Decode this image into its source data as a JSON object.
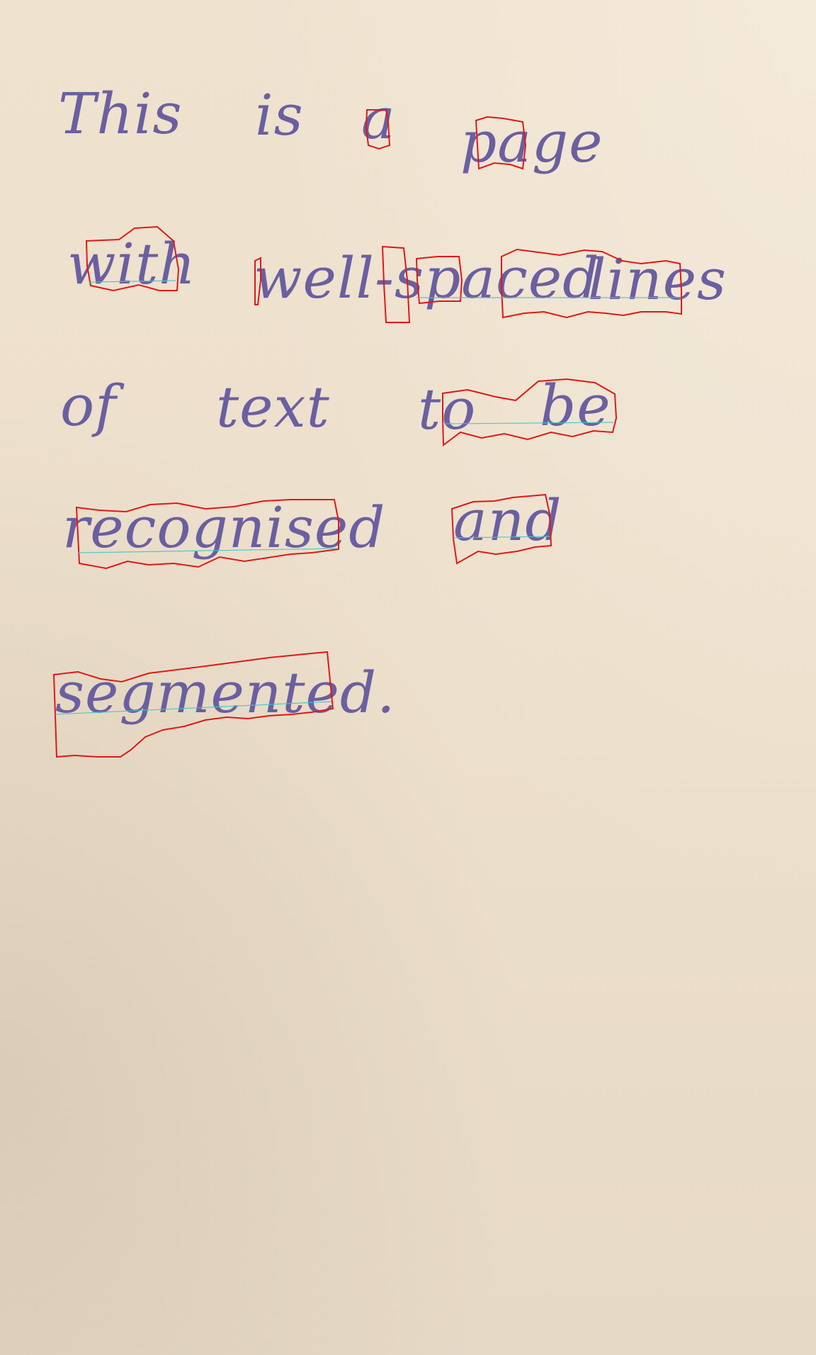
{
  "document": {
    "lines": [
      {
        "words": [
          "This",
          "is",
          "a",
          "page"
        ]
      },
      {
        "words": [
          "with",
          "well-spaced",
          "lines"
        ]
      },
      {
        "words": [
          "of",
          "text",
          "to",
          "be"
        ]
      },
      {
        "words": [
          "recognised",
          "and"
        ]
      },
      {
        "words": [
          "segmented."
        ]
      }
    ]
  },
  "colors": {
    "paper": "#ecdfcb",
    "ink": "#6a5fa0",
    "segmentation_box": "#e01818",
    "baseline": "#3fc8c8"
  }
}
